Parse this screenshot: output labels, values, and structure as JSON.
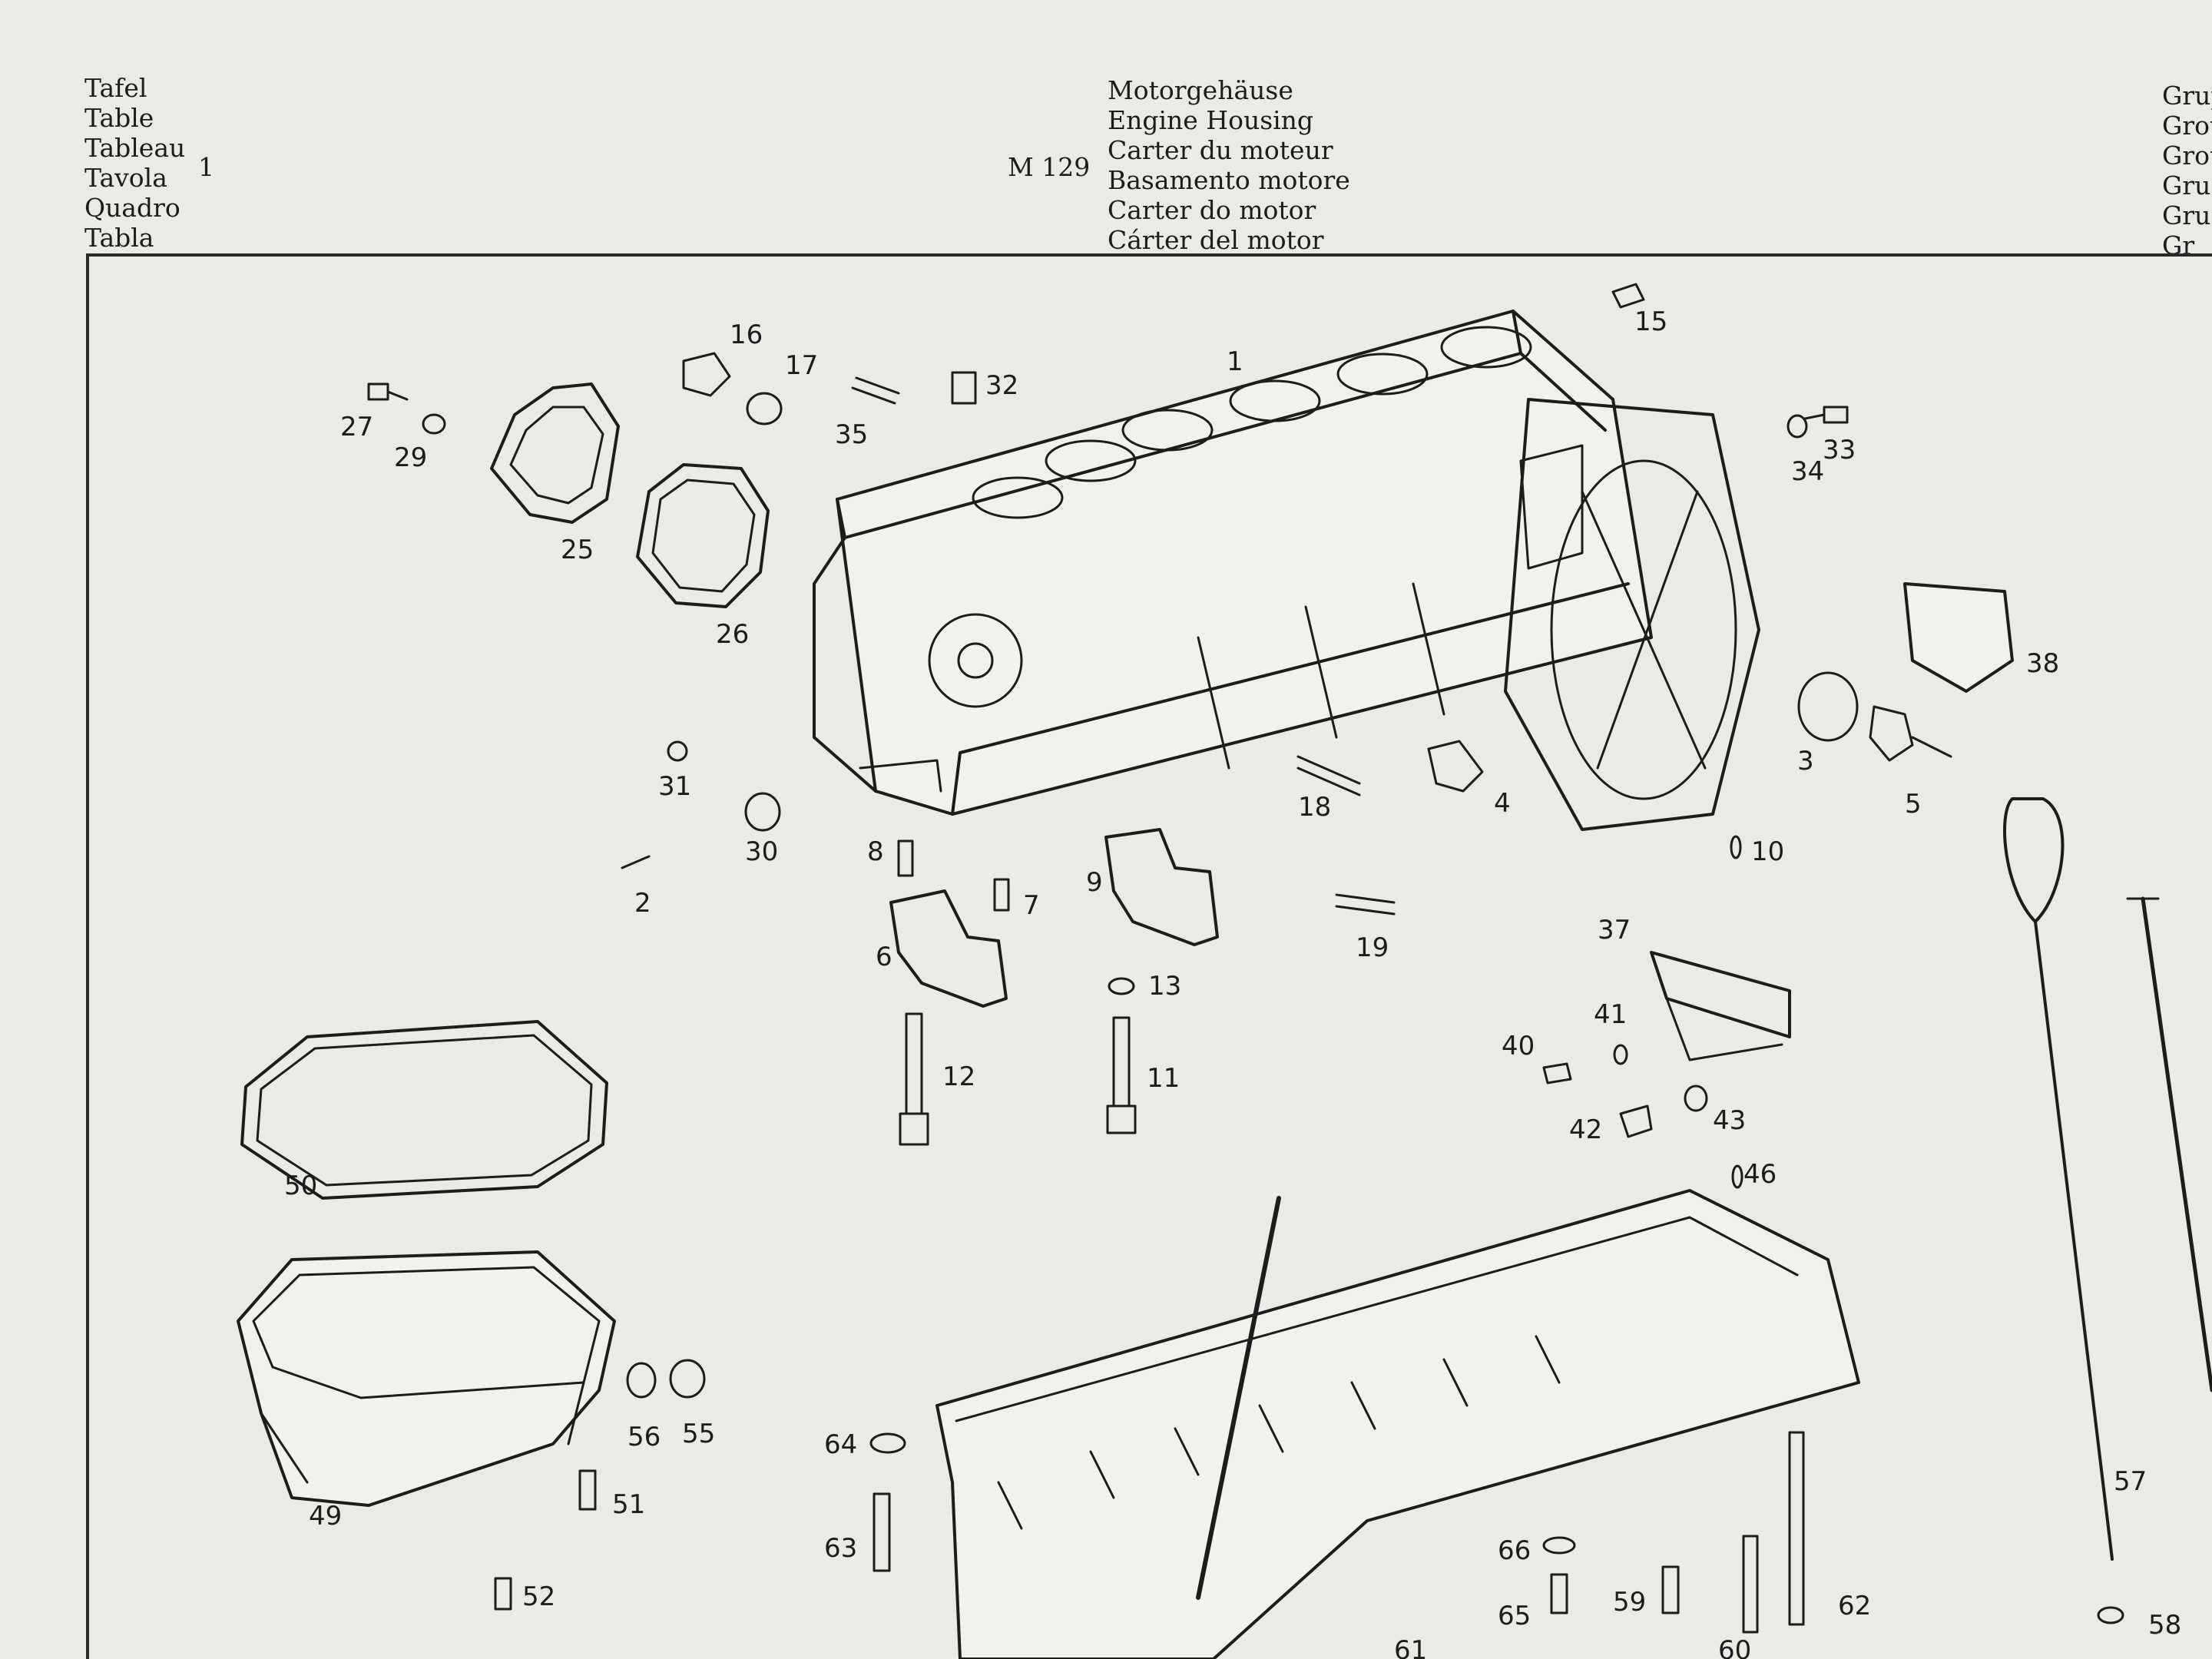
{
  "header": {
    "table_labels": [
      "Tafel",
      "Table",
      "Tableau",
      "Tavola",
      "Quadro",
      "Tabla"
    ],
    "table_number": "1",
    "model_code": "M 129",
    "titles": [
      "Motorgehäuse",
      "Engine Housing",
      "Carter du moteur",
      "Basamento motore",
      "Carter do motor",
      "Cárter del motor"
    ],
    "group_labels": [
      "Grup",
      "Grou",
      "Grou",
      "Gru",
      "Gru",
      "Gr"
    ]
  },
  "callouts": [
    "1",
    "2",
    "3",
    "4",
    "5",
    "6",
    "7",
    "8",
    "9",
    "10",
    "11",
    "12",
    "13",
    "15",
    "16",
    "17",
    "18",
    "19",
    "25",
    "26",
    "27",
    "29",
    "30",
    "31",
    "32",
    "33",
    "34",
    "35",
    "37",
    "38",
    "40",
    "41",
    "42",
    "43",
    "46",
    "49",
    "50",
    "51",
    "52",
    "55",
    "56",
    "57",
    "58",
    "59",
    "60",
    "61",
    "62",
    "63",
    "64",
    "65",
    "66"
  ],
  "colors": {
    "ink": "#1c1c1c",
    "paper": "#e9ebe6"
  }
}
